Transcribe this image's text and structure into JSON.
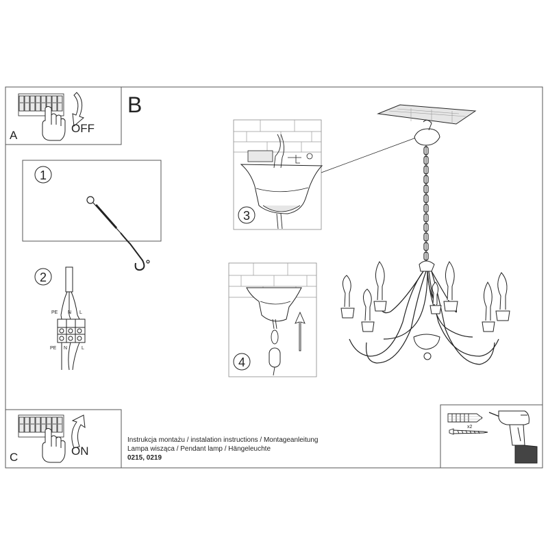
{
  "panel_a": {
    "letter": "A",
    "switch_text": "OFF"
  },
  "panel_b": {
    "letter": "B"
  },
  "panel_c": {
    "letter": "C",
    "switch_text": "ON"
  },
  "steps": [
    "1",
    "2",
    "3",
    "4"
  ],
  "wiring": {
    "top_labels": [
      "PE",
      "N",
      "L"
    ],
    "bottom_labels": [
      "PE",
      "N",
      "L"
    ]
  },
  "screws": {
    "quantity": "x2"
  },
  "caption": {
    "line1": "Instrukcja montażu / instalation instructions / Montageanleitung",
    "line2": "Lampa wisząca / Pendant lamp / Hängeleuchte",
    "line3": "0215, 0219"
  },
  "colors": {
    "line": "#222222",
    "frame": "#555555",
    "fill": "#ffffff",
    "shade": "#d8d8d8"
  },
  "icons": [
    "breaker-panel-icon",
    "hand-icon",
    "rotate-arrow-icon",
    "hook-icon",
    "terminal-block-icon",
    "chandelier-icon",
    "drill-icon",
    "wall-plug-icon",
    "screw-icon"
  ]
}
